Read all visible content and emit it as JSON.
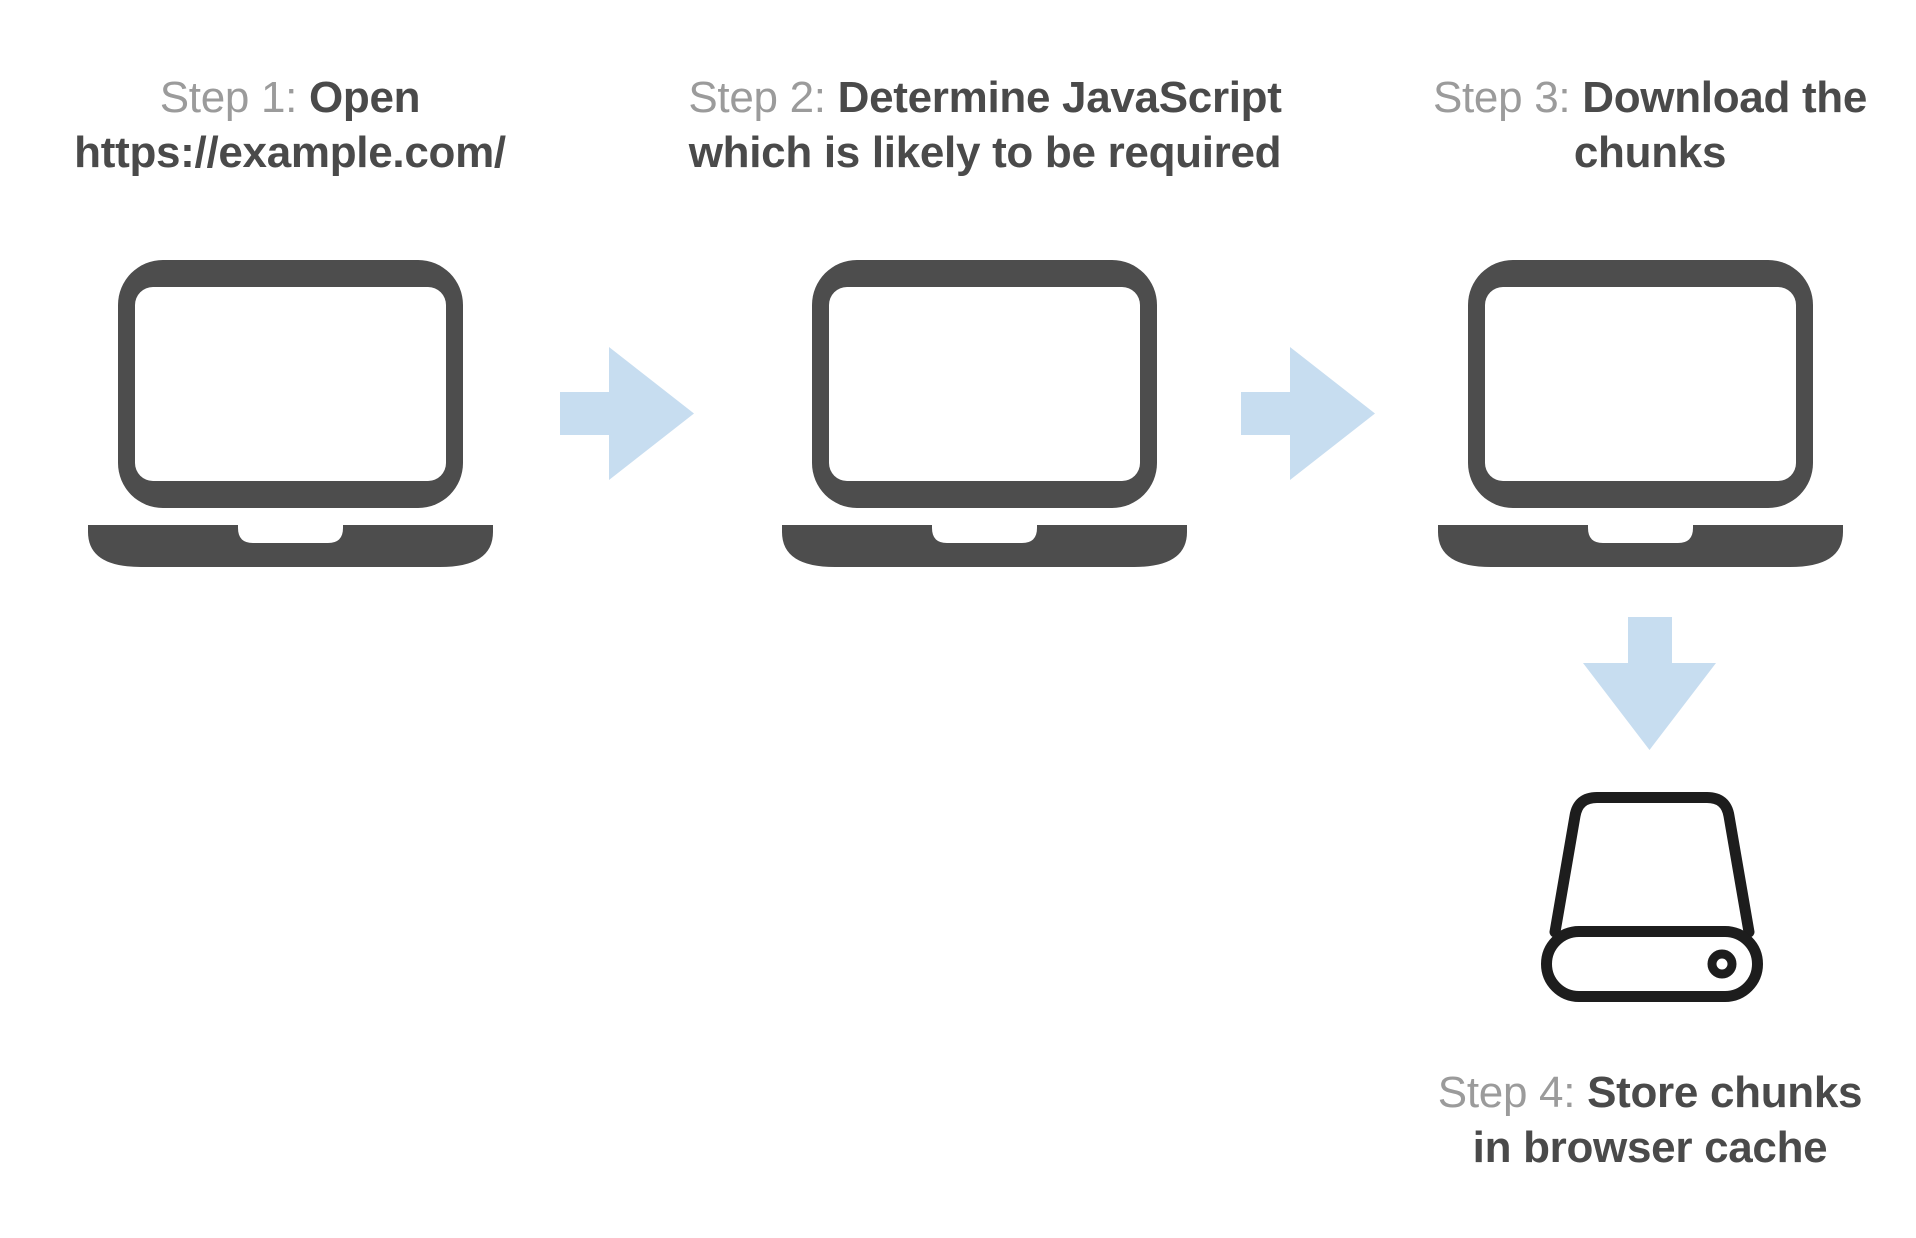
{
  "diagram": {
    "type": "flow",
    "background": "#ffffff"
  },
  "colors": {
    "icon_dark": "#4d4d4d",
    "outline_dark": "#1d1d1d",
    "arrow_blue": "#c7ddf0",
    "label_gray": "#9b9b9b",
    "label_dark": "#4a4a4a"
  },
  "steps": [
    {
      "prefix": "Step 1: ",
      "bold_line1": "Open",
      "bold_line2": "https://example.com/",
      "icon": "laptop-icon"
    },
    {
      "prefix": "Step 2: ",
      "bold_line1": "Determine JavaScript",
      "bold_line2": "which is likely to be required",
      "icon": "laptop-icon"
    },
    {
      "prefix": "Step 3: ",
      "bold_line1": "Download the",
      "bold_line2": "chunks",
      "icon": "laptop-icon"
    },
    {
      "prefix": "Step 4: ",
      "bold_line1": "Store chunks",
      "bold_line2": "in browser cache",
      "icon": "hard-drive-icon"
    }
  ],
  "connectors": [
    {
      "from": "step-1",
      "to": "step-2",
      "direction": "right",
      "icon": "arrow-right-icon"
    },
    {
      "from": "step-2",
      "to": "step-3",
      "direction": "right",
      "icon": "arrow-right-icon"
    },
    {
      "from": "step-3",
      "to": "step-4",
      "direction": "down",
      "icon": "arrow-down-icon"
    }
  ]
}
